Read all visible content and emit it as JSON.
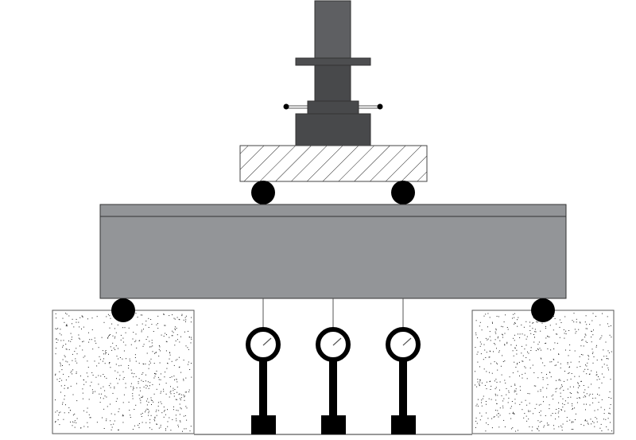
{
  "colors": {
    "actuator_upper": "#5e5f62",
    "actuator_lower": "#48494b",
    "beam": "#939598",
    "ink": "#000000",
    "support_fill": "#ffffff"
  },
  "gauges": [
    {
      "id": "left"
    },
    {
      "id": "middle"
    },
    {
      "id": "right"
    }
  ]
}
